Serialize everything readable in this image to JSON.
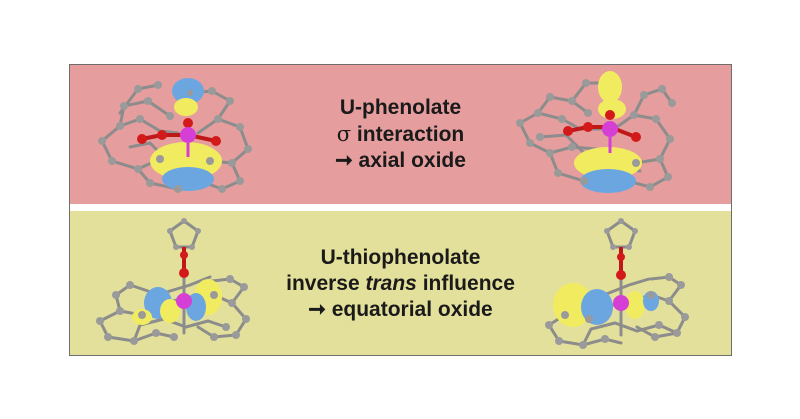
{
  "colors": {
    "top_panel_bg": "#e59e9d",
    "bottom_panel_bg": "#e3e09b",
    "lobe_yellow": "#f1ec5f",
    "lobe_blue": "#6ba6e0",
    "atom_grey": "#9a9a9a",
    "oxygen_red": "#d21a1a",
    "uranium_magenta": "#d63fd6"
  },
  "panels": {
    "top": {
      "line1": "U-phenolate",
      "line2_symbol": "σ",
      "line2_text": " interaction",
      "line3_arrow": "➞",
      "line3_text": " axial oxide"
    },
    "bottom": {
      "line1": "U-thiophenolate",
      "line2_pre": "inverse ",
      "line2_italic": "trans",
      "line2_post": " influence",
      "line3_arrow": "➞",
      "line3_text": " equatorial oxide"
    }
  }
}
